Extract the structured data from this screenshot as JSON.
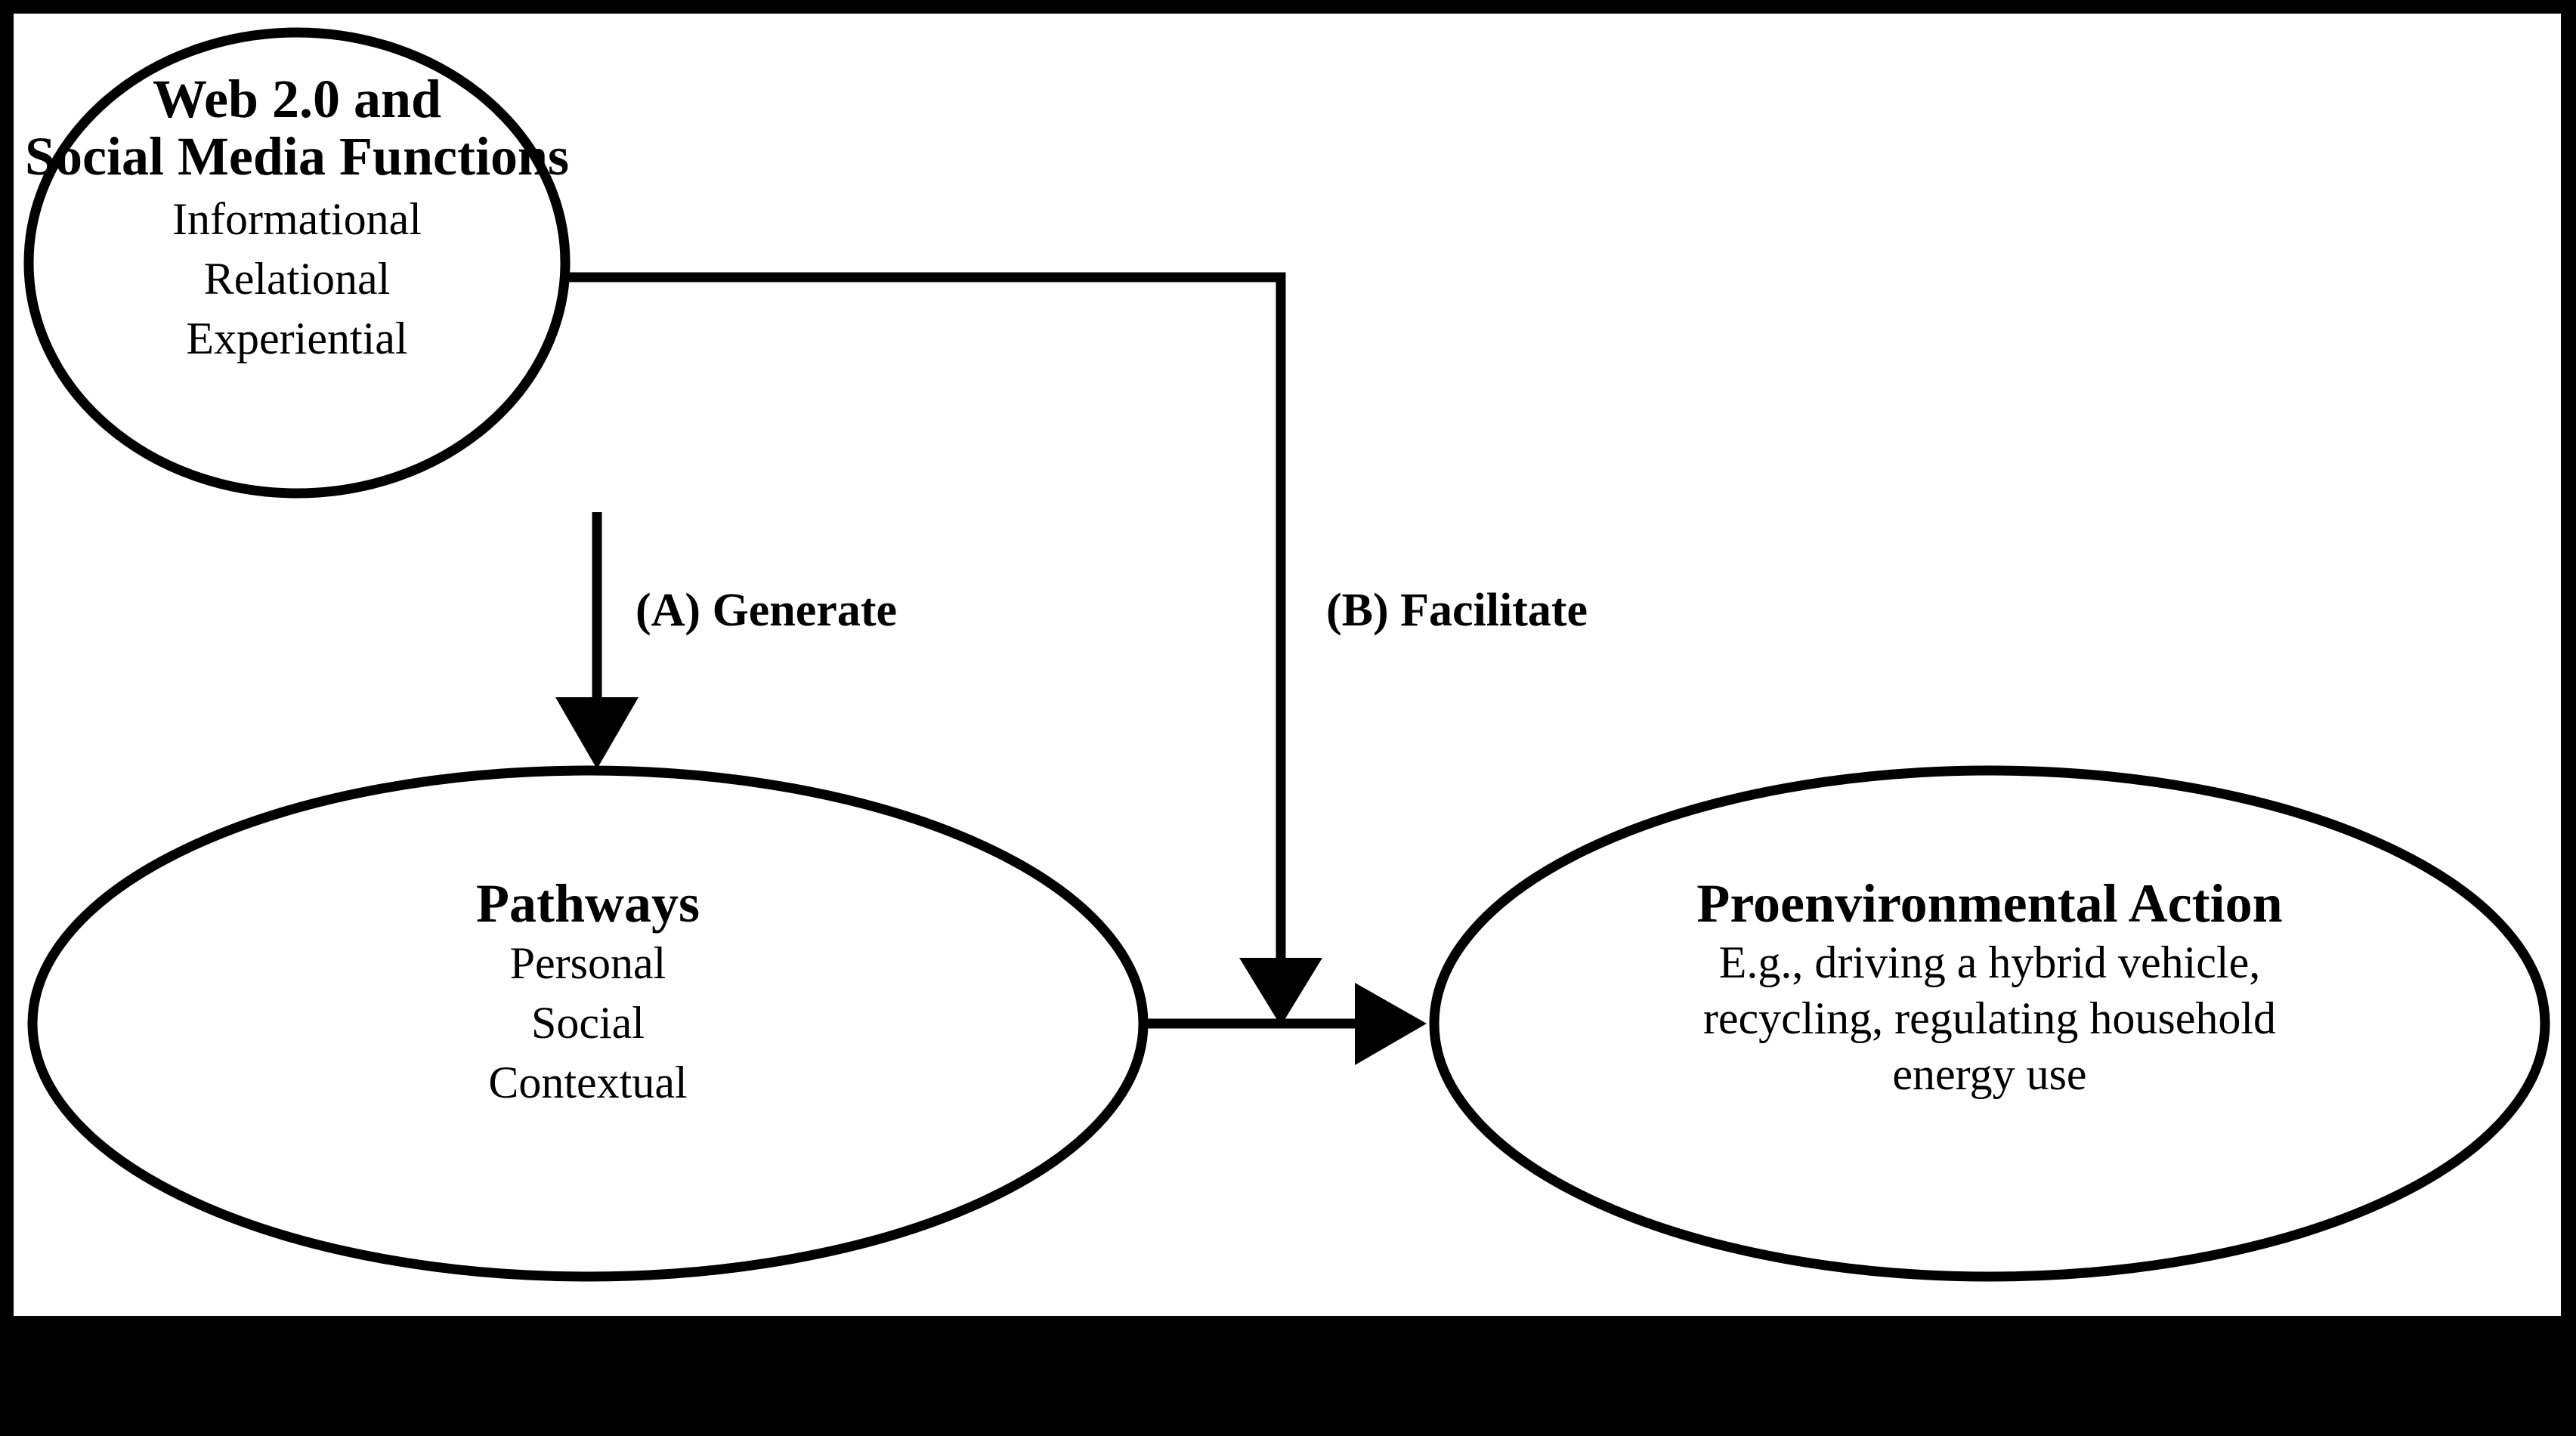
{
  "figure": {
    "type": "conceptual-flow-diagram",
    "background": "#ffffff",
    "border_color": "#000000",
    "stroke_color": "#000000"
  },
  "nodes": {
    "web": {
      "id": "web-social-media-functions",
      "title_line1": "Web 2.0 and",
      "title_line2": "Social Media Functions",
      "items": [
        "Informational",
        "Relational",
        "Experiential"
      ]
    },
    "pathways": {
      "id": "pathways",
      "title_line1": "Pathways",
      "items": [
        "Personal",
        "Social",
        "Contextual"
      ]
    },
    "action": {
      "id": "proenvironmental-action",
      "title_line1": "Proenvironmental Action",
      "items": [
        "E.g., driving a hybrid vehicle,",
        "recycling, regulating household",
        "energy use"
      ]
    }
  },
  "edges": {
    "a": {
      "label": "(A) Generate",
      "from": "web-social-media-functions",
      "to": "pathways"
    },
    "b": {
      "label": "(B) Facilitate",
      "from": "web-social-media-functions",
      "to": "proenvironmental-action"
    },
    "c": {
      "label": "",
      "from": "pathways",
      "to": "proenvironmental-action"
    }
  }
}
